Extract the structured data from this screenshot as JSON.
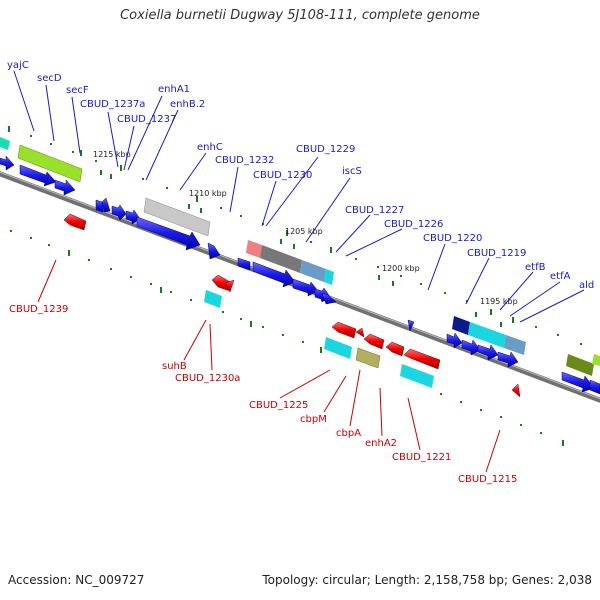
{
  "title": "Coxiella burnetii Dugway 5J108-111, complete genome",
  "footer": {
    "accession": "Accession: NC_009727",
    "topology": "Topology: circular; Length: 2,158,758 bp; Genes: 2,038"
  },
  "colors": {
    "backbone": "#707070",
    "forward": "#1a1ae6",
    "reverse": "#ee0000",
    "tick": "#1a7a1a",
    "label_blue": "#1a1acc",
    "label_red": "#cc0000"
  },
  "ticks": [
    {
      "label": "1215 kbp"
    },
    {
      "label": "1210 kbp"
    },
    {
      "label": "1205 kbp"
    },
    {
      "label": "1200 kbp"
    },
    {
      "label": "1195 kbp"
    }
  ],
  "forward_genes": [
    "yajC",
    "secD",
    "secF",
    "CBUD_1237a",
    "enhA1",
    "CBUD_1237",
    "enhB.2",
    "enhC",
    "CBUD_1232",
    "CBUD_1229",
    "CBUD_1230",
    "iscS",
    "CBUD_1227",
    "CBUD_1226",
    "CBUD_1220",
    "CBUD_1219",
    "etfB",
    "etfA",
    "ald"
  ],
  "reverse_genes": [
    "CBUD_1239",
    "suhB",
    "CBUD_1230a",
    "CBUD_1225",
    "cbpM",
    "cbpA",
    "enhA2",
    "CBUD_1221",
    "CBUD_1215"
  ]
}
